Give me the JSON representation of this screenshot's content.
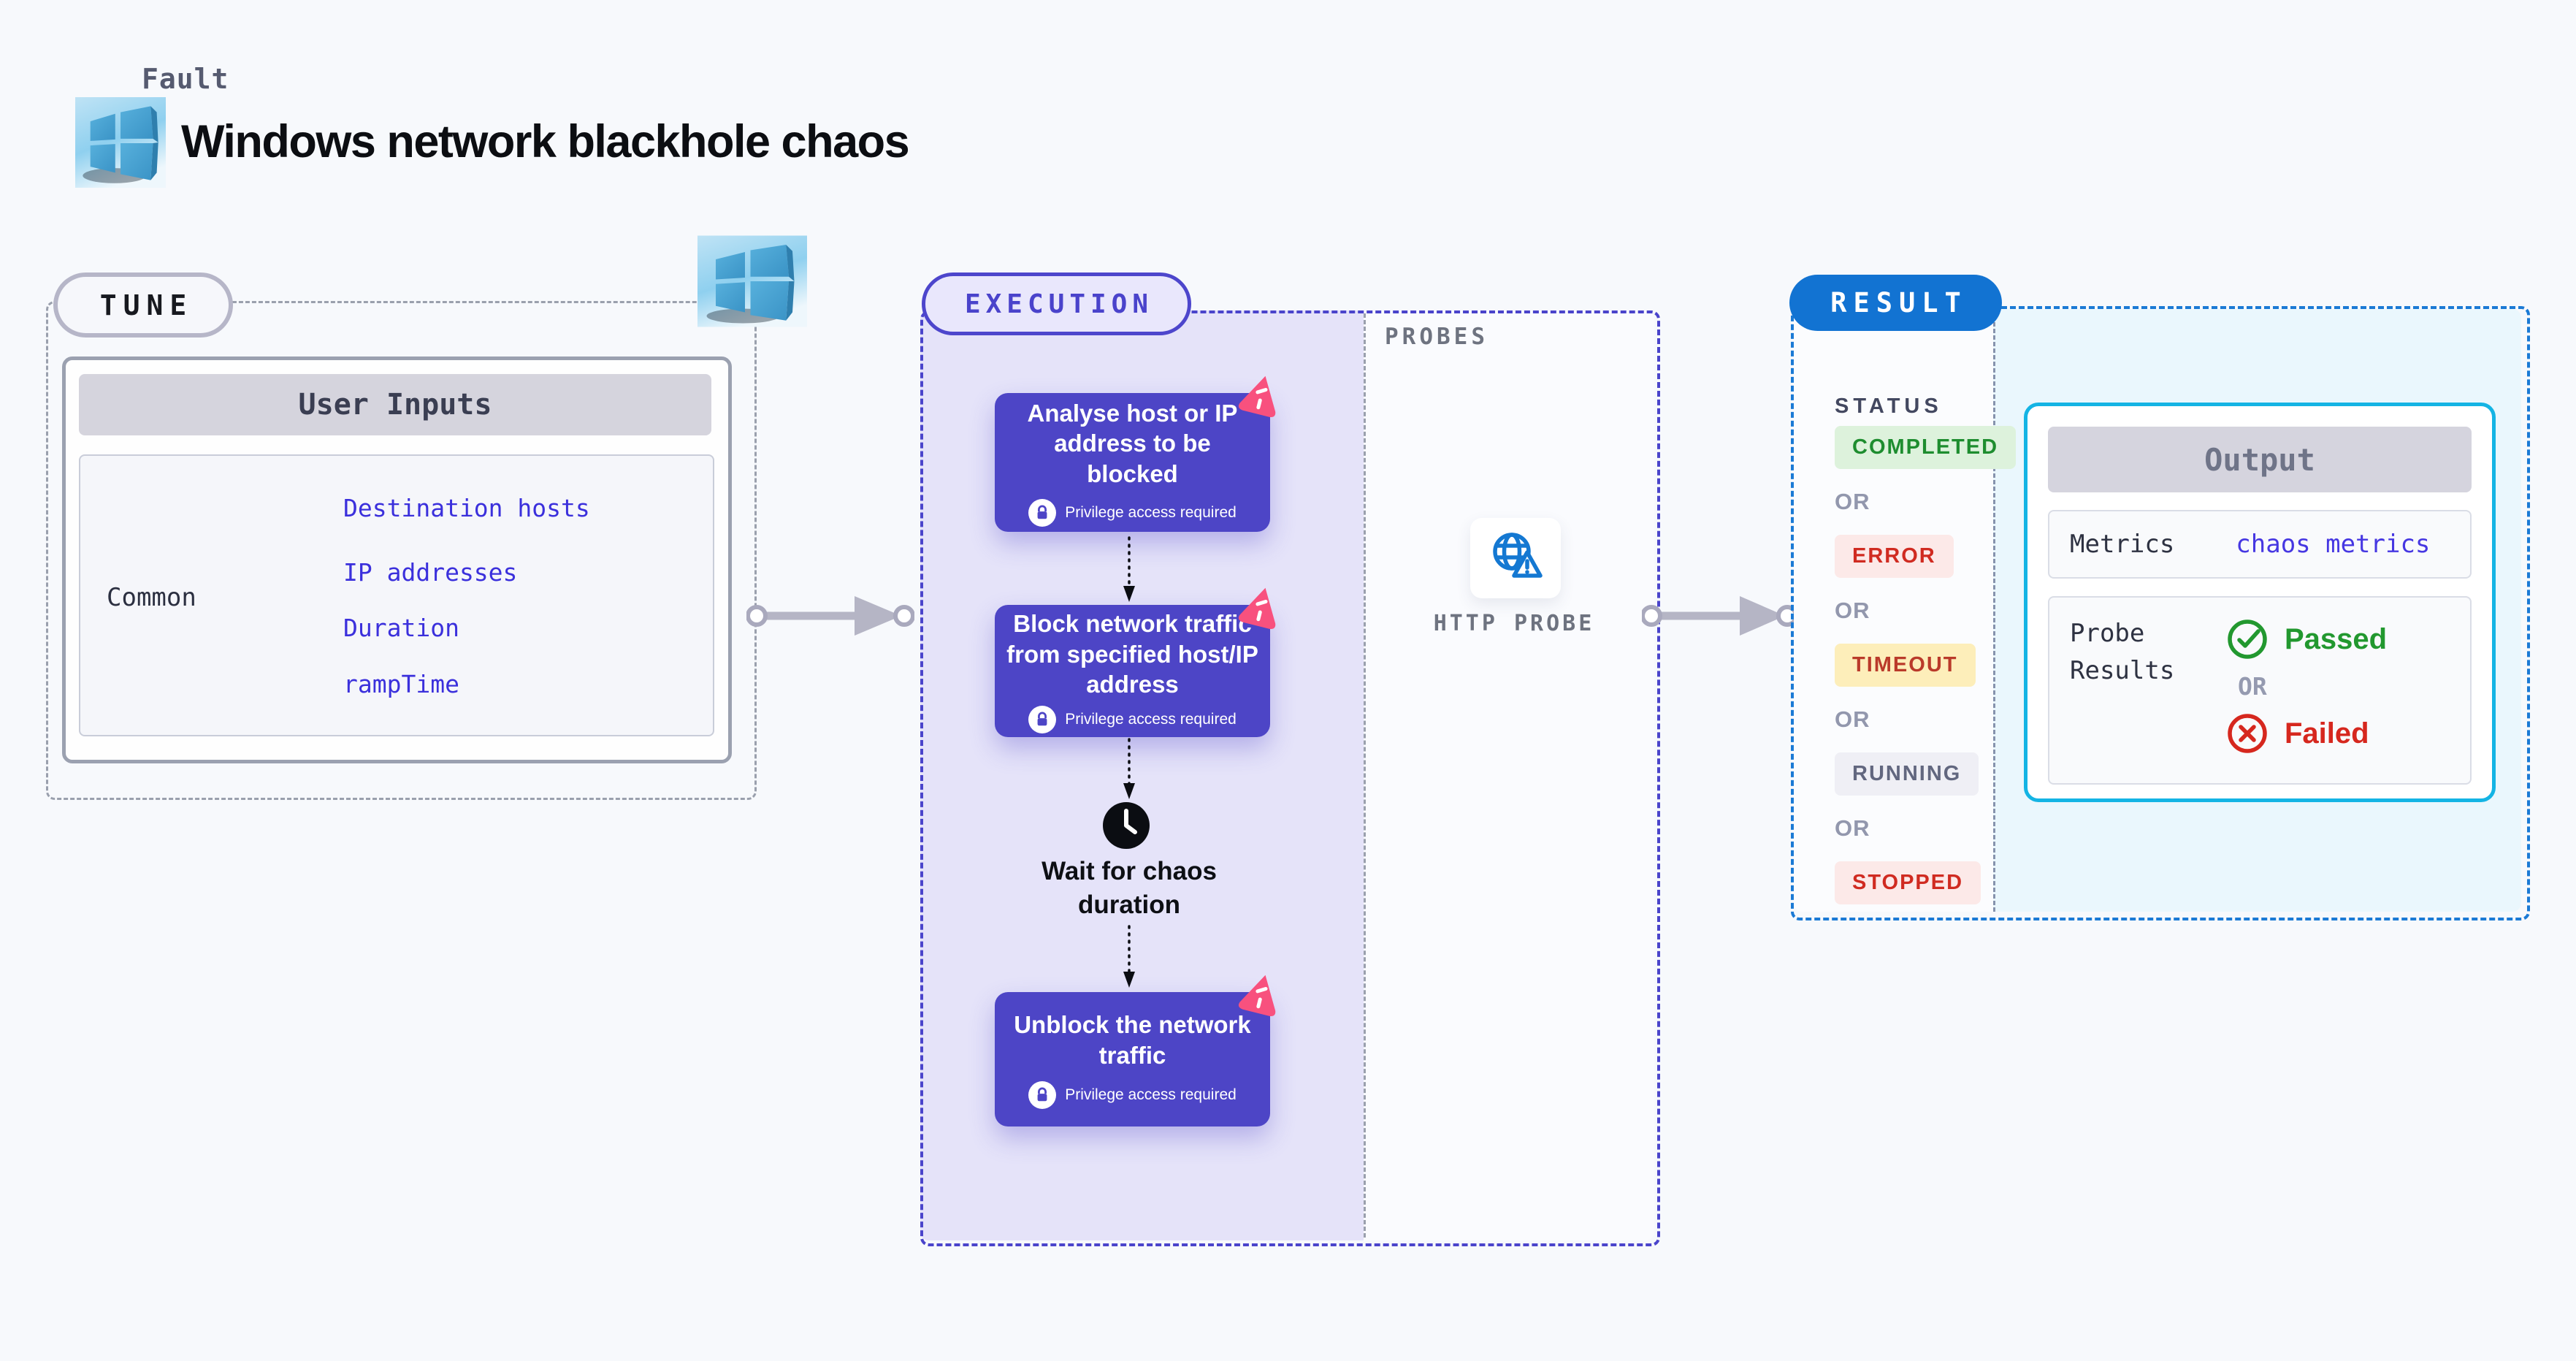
{
  "header": {
    "kicker": "Fault",
    "title": "Windows network blackhole chaos",
    "logo_icon": "windows-logo"
  },
  "tune": {
    "label": "TUNE",
    "corner_icon": "windows-logo",
    "table": {
      "header": "User Inputs",
      "row_label": "Common",
      "links": [
        "Destination hosts",
        "IP addresses",
        "Duration",
        "rampTime"
      ]
    }
  },
  "execution": {
    "label": "EXECUTION",
    "probes_label": "PROBES",
    "steps": [
      {
        "title": "Analyse host or IP address to be blocked",
        "note": "Privilege access required",
        "icon": "lock-icon",
        "corner_icon": "litmus-chaos-icon"
      },
      {
        "title": "Block network traffic from specified host/IP address",
        "note": "Privilege access required",
        "icon": "lock-icon",
        "corner_icon": "litmus-chaos-icon"
      },
      {
        "title": "Unblock the network traffic",
        "note": "Privilege access required",
        "icon": "lock-icon",
        "corner_icon": "litmus-chaos-icon"
      }
    ],
    "wait_label": "Wait for chaos duration",
    "wait_icon": "clock-icon",
    "probe": {
      "name": "HTTP PROBE",
      "icon": "globe-warning-icon"
    }
  },
  "result": {
    "label": "RESULT",
    "status_title": "STATUS",
    "or_label": "OR",
    "statuses": [
      {
        "label": "COMPLETED",
        "fg": "#1e8d2f",
        "bg": "#ddf2dc"
      },
      {
        "label": "ERROR",
        "fg": "#d02b21",
        "bg": "#fce9e8"
      },
      {
        "label": "TIMEOUT",
        "fg": "#ba3a2a",
        "bg": "#fdeeba"
      },
      {
        "label": "RUNNING",
        "fg": "#62677f",
        "bg": "#efeff5"
      },
      {
        "label": "STOPPED",
        "fg": "#d02b21",
        "bg": "#fce9e8"
      }
    ],
    "output": {
      "header": "Output",
      "metrics_label": "Metrics",
      "metrics_link": "chaos metrics",
      "probe_results_label": "Probe Results",
      "passed_label": "Passed",
      "passed_icon": "check-circle-icon",
      "failed_label": "Failed",
      "failed_icon": "x-circle-icon",
      "or_label": "OR"
    }
  },
  "colors": {
    "page_bg": "#f7f9fc",
    "step_purple": "#4d45c6",
    "execution_bg": "#e5e3f9",
    "execution_dash": "#4a44cb",
    "gray_dash": "#9aa0ad",
    "result_dash": "#1b7ad5",
    "result_pill": "#1273d2",
    "output_border": "#14b4e4",
    "result_bg": "#eaf7fd",
    "link_indigo": "#3b30dc",
    "litmus_pink": "#f8517e",
    "passed_green": "#22982f",
    "failed_red": "#d6271e",
    "arrow_gray": "#b5b5c5",
    "windows_blue": "#3f9bcd"
  }
}
